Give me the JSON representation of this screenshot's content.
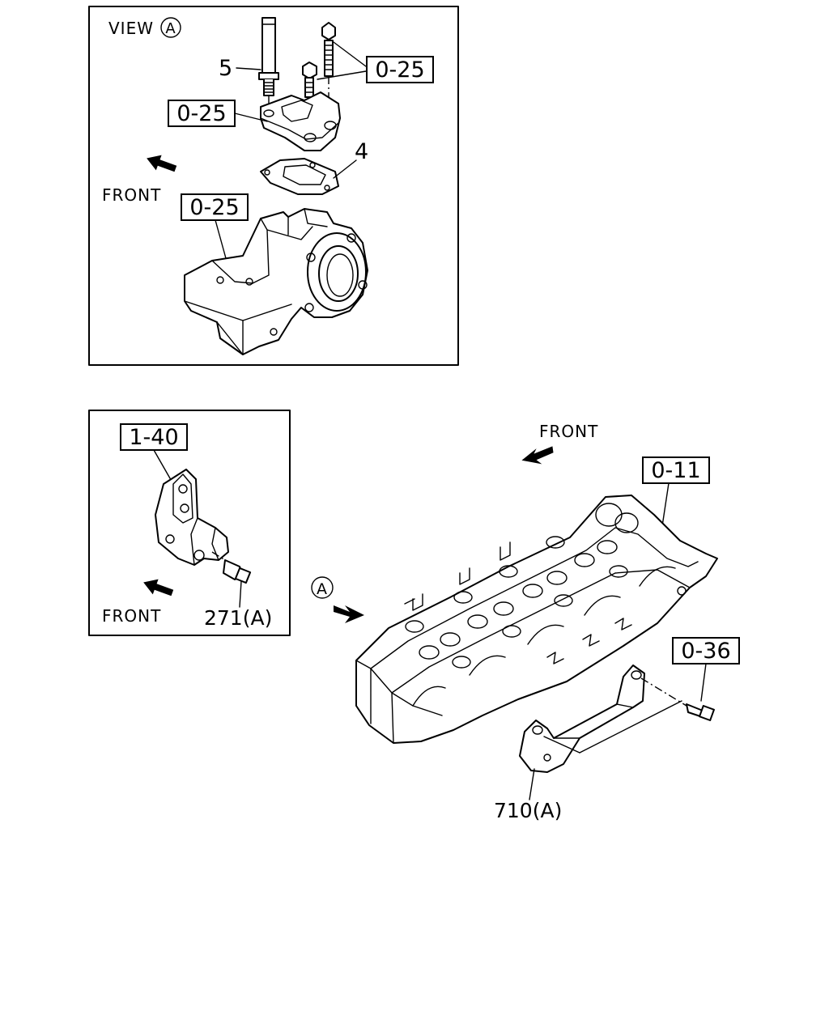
{
  "view_a_panel": {
    "title": "VIEW",
    "title_circle": "A",
    "part_5": "5",
    "part_4": "4",
    "ref_top_right": "0-25",
    "ref_left": "0-25",
    "ref_lower": "0-25",
    "front_label": "FRONT"
  },
  "bracket_panel": {
    "ref": "1-40",
    "front_label": "FRONT",
    "part_271": "271(A)"
  },
  "main_view": {
    "front_label": "FRONT",
    "ref_head": "0-11",
    "ref_bolt": "0-36",
    "view_marker": "A",
    "part_710": "710(A)"
  },
  "colors": {
    "line": "#000000",
    "background": "#ffffff"
  }
}
